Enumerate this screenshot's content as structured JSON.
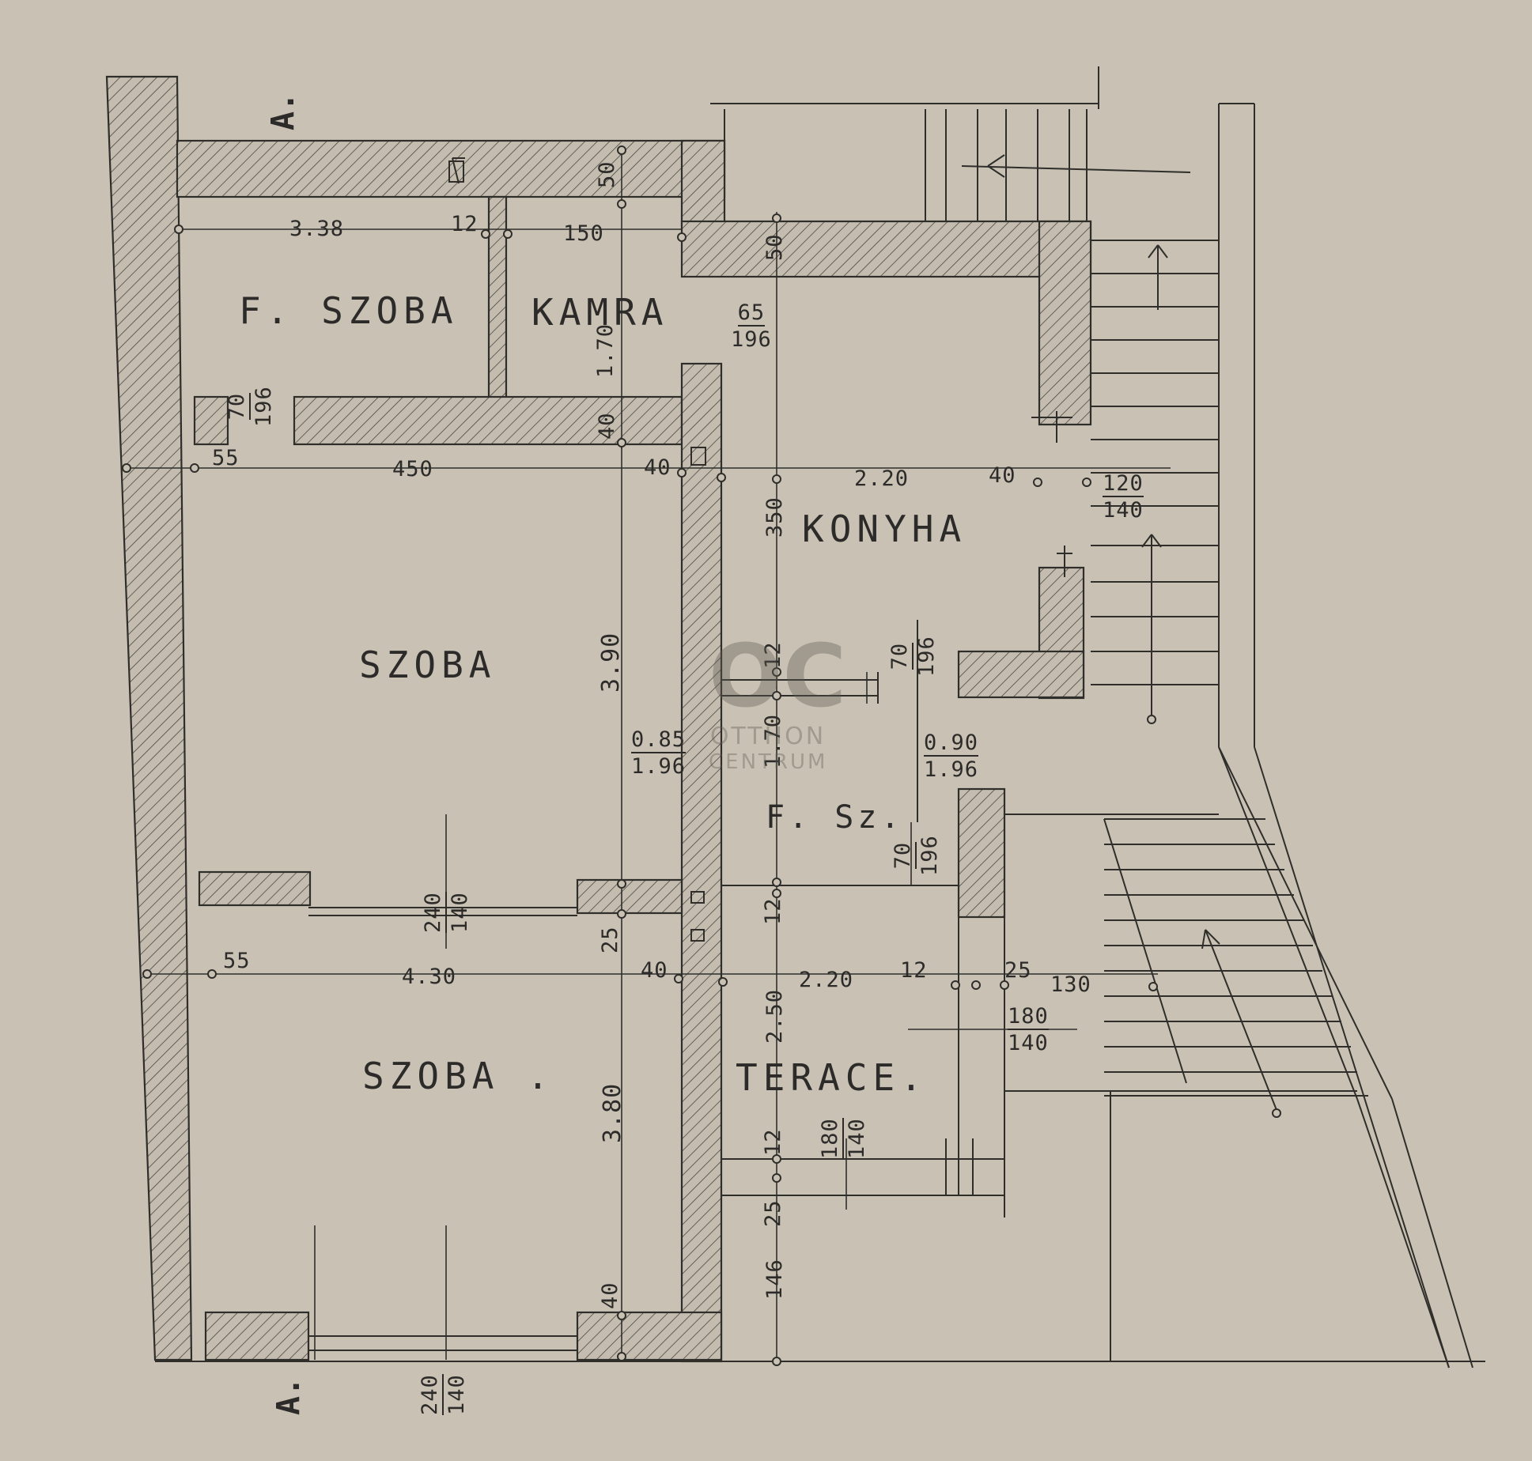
{
  "section_marks": {
    "top": "A.",
    "bottom": "A."
  },
  "rooms": {
    "pantry_room": "F. SZOBA",
    "kamra": "KAMRA",
    "kitchen": "KONYHA",
    "room_upper": "SZOBA",
    "room_lower": "SZOBA .",
    "bath": "F. Sz.",
    "terrace": "TERACE."
  },
  "dims": {
    "d_338": "3.38",
    "d_12a": "12",
    "d_150": "150",
    "d_50a": "50",
    "d_50b": "50",
    "d_65_196": {
      "num": "65",
      "den": "196"
    },
    "d_170": "1.70",
    "d_40a": "40",
    "d_70_196_top": {
      "num": "70",
      "den": "196"
    },
    "d_55a": "55",
    "d_450": "450",
    "d_40b": "40",
    "d_220a": "2.20",
    "d_40c": "40",
    "d_120_140": {
      "num": "120",
      "den": "140"
    },
    "d_350": "350",
    "d_390": "3.90",
    "d_12b": "12",
    "d_70_196_mid": {
      "num": "70",
      "den": "196"
    },
    "d_085_196": {
      "num": "0.85",
      "den": "1.96"
    },
    "d_090_196": {
      "num": "0.90",
      "den": "1.96"
    },
    "d_170b": "1.70",
    "d_70_196_bath": {
      "num": "70",
      "den": "196"
    },
    "d_240_140_mid": {
      "num": "240",
      "den": "140"
    },
    "d_25a": "25",
    "d_12c": "12",
    "d_55b": "55",
    "d_430": "4.30",
    "d_40d": "40",
    "d_220b": "2.20",
    "d_12d": "12",
    "d_25b": "25",
    "d_130": "130",
    "d_180_140_right": {
      "num": "180",
      "den": "140"
    },
    "d_250": "2.50",
    "d_380": "3.80",
    "d_12e": "12",
    "d_180_140_ter": {
      "num": "180",
      "den": "140"
    },
    "d_25c": "25",
    "d_146": "146",
    "d_40e": "40",
    "d_240_140_bot": {
      "num": "240",
      "den": "140"
    }
  },
  "watermark": {
    "logo": "OC",
    "line1": "OTTHON",
    "line2": "CENTRUM"
  }
}
